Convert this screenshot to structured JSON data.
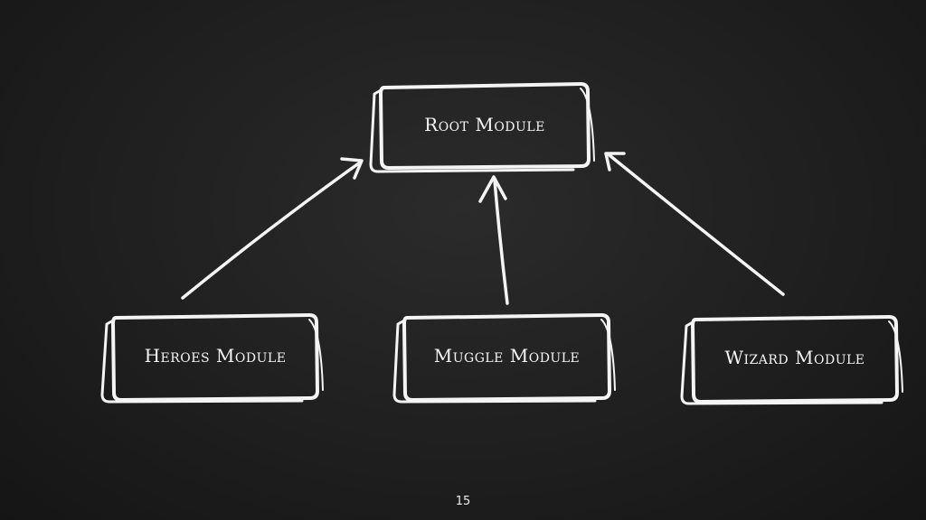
{
  "diagram": {
    "nodes": {
      "root": {
        "label": "Root Module"
      },
      "heroes": {
        "label": "Heroes Module"
      },
      "muggle": {
        "label": "Muggle Module"
      },
      "wizard": {
        "label": "Wizard Module"
      }
    },
    "edges": [
      {
        "from": "heroes",
        "to": "root"
      },
      {
        "from": "muggle",
        "to": "root"
      },
      {
        "from": "wizard",
        "to": "root"
      }
    ]
  },
  "footer": {
    "page_number": "15"
  },
  "colors": {
    "background": "#1f1f1f",
    "chalk": "#f4f4f4"
  }
}
